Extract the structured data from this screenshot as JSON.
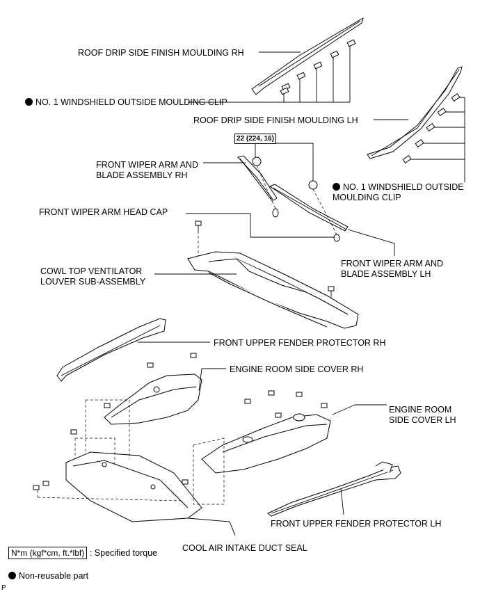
{
  "labels": {
    "roof_drip_rh": "ROOF DRIP SIDE FINISH MOULDING RH",
    "windshield_clip_rh": "NO. 1 WINDSHIELD OUTSIDE MOULDING CLIP",
    "roof_drip_lh": "ROOF DRIP SIDE FINISH MOULDING LH",
    "torque_value": "22 (224, 16)",
    "wiper_arm_rh": "FRONT WIPER ARM AND BLADE ASSEMBLY RH",
    "windshield_clip_lh": "NO. 1 WINDSHIELD OUTSIDE MOULDING CLIP",
    "wiper_head_cap": "FRONT WIPER ARM HEAD CAP",
    "cowl_louver": "COWL TOP VENTILATOR LOUVER SUB-ASSEMBLY",
    "wiper_arm_lh": "FRONT WIPER ARM AND BLADE ASSEMBLY LH",
    "fender_protector_rh": "FRONT UPPER FENDER PROTECTOR RH",
    "engine_cover_rh": "ENGINE ROOM SIDE COVER RH",
    "engine_cover_lh": "ENGINE ROOM SIDE COVER LH",
    "fender_protector_lh": "FRONT UPPER FENDER PROTECTOR LH",
    "cool_air_seal": "COOL AIR INTAKE DUCT SEAL"
  },
  "legend": {
    "torque_unit": "N*m (kgf*cm, ft.*lbf)",
    "torque_text": ": Specified torque",
    "nonreusable_text": "Non-reusable part"
  },
  "figure_code": "P"
}
